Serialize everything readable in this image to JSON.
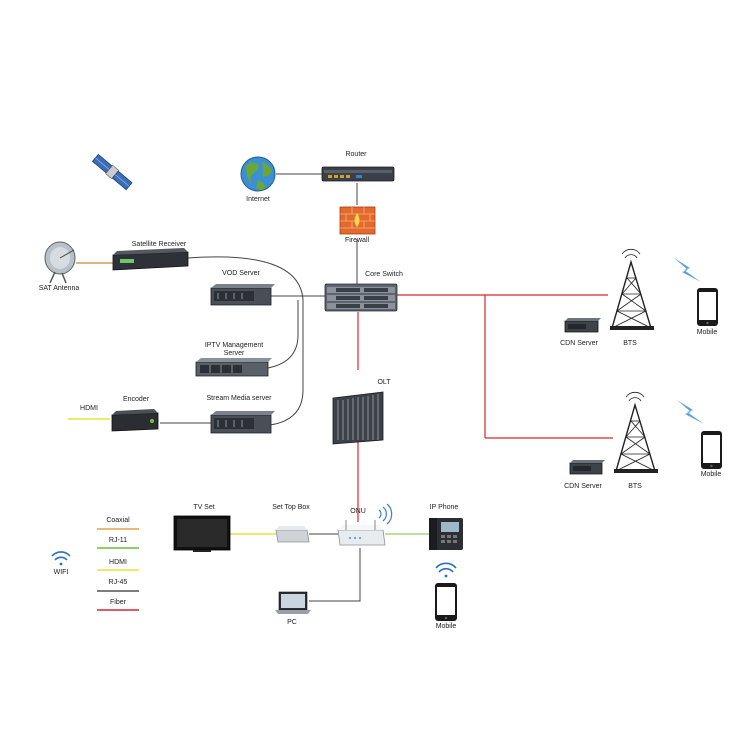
{
  "diagram": {
    "nodes": {
      "router": "Router",
      "internet": "Internet",
      "firewall": "Firewall",
      "satellite_receiver": "Satellite Receiver",
      "sat_antenna": "SAT Antenna",
      "core_switch": "Core Switch",
      "vod_server": "VOD Server",
      "iptv_management_server": "IPTV Management Server",
      "stream_media_server": "Stream Media server",
      "encoder": "Encoder",
      "hdmi_input": "HDMI",
      "olt": "OLT",
      "cdn_server_top": "CDN Server",
      "bts_top": "BTS",
      "mobile_top": "Mobile",
      "cdn_server_bottom": "CDN Server",
      "bts_bottom": "BTS",
      "mobile_bottom": "Mobile",
      "tv_set": "TV Set",
      "set_top_box": "Set Top Box",
      "onu": "ONU",
      "ip_phone": "IP Phone",
      "pc": "PC",
      "mobile_wifi": "Mobile",
      "wifi": "WIFI"
    },
    "legend": [
      {
        "label": "Coaxial",
        "color": "#e8a24a"
      },
      {
        "label": "RJ-11",
        "color": "#6abf3a"
      },
      {
        "label": "HDMI",
        "color": "#e3e33a"
      },
      {
        "label": "RJ-45",
        "color": "#555555"
      },
      {
        "label": "Fiber",
        "color": "#d9262b"
      }
    ],
    "link_colors": {
      "fiber": "#d9262b",
      "ethernet": "#444444",
      "hdmi": "#e3e33a",
      "rj11": "#8fd16a",
      "coaxial": "#c88a2a"
    }
  }
}
